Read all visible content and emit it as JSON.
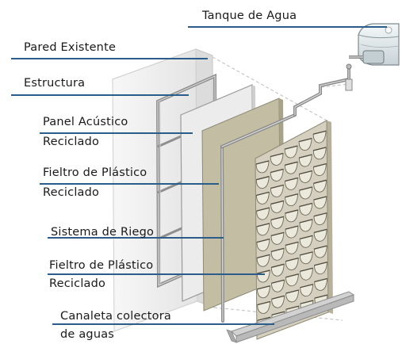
{
  "labels": {
    "tank": "Tanque de Agua",
    "wall": "Pared Existente",
    "structure": "Estructura",
    "acoustic_line1": "Panel Acústico",
    "acoustic_line2": "Reciclado",
    "felt1_line1": "Fieltro de Plástico",
    "felt1_line2": "Reciclado",
    "irrigation": "Sistema de Riego",
    "felt2_line1": "Fieltro de Plástico",
    "felt2_line2": "Reciclado",
    "gutter_line1": "Canaleta colectora",
    "gutter_line2": "de aguas"
  },
  "colors": {
    "leader_line": "#2c5d8a",
    "wall": "#efefef",
    "frame": "#8f8f8f",
    "acoustic_panel": "#e9e9e9",
    "felt": "#c3bda4",
    "planter_panel": "#d4cfbe",
    "pipe": "#9b9b9b",
    "tank": "#dfe7ea"
  },
  "planter_grid": {
    "rows": 11,
    "columns": 5
  }
}
